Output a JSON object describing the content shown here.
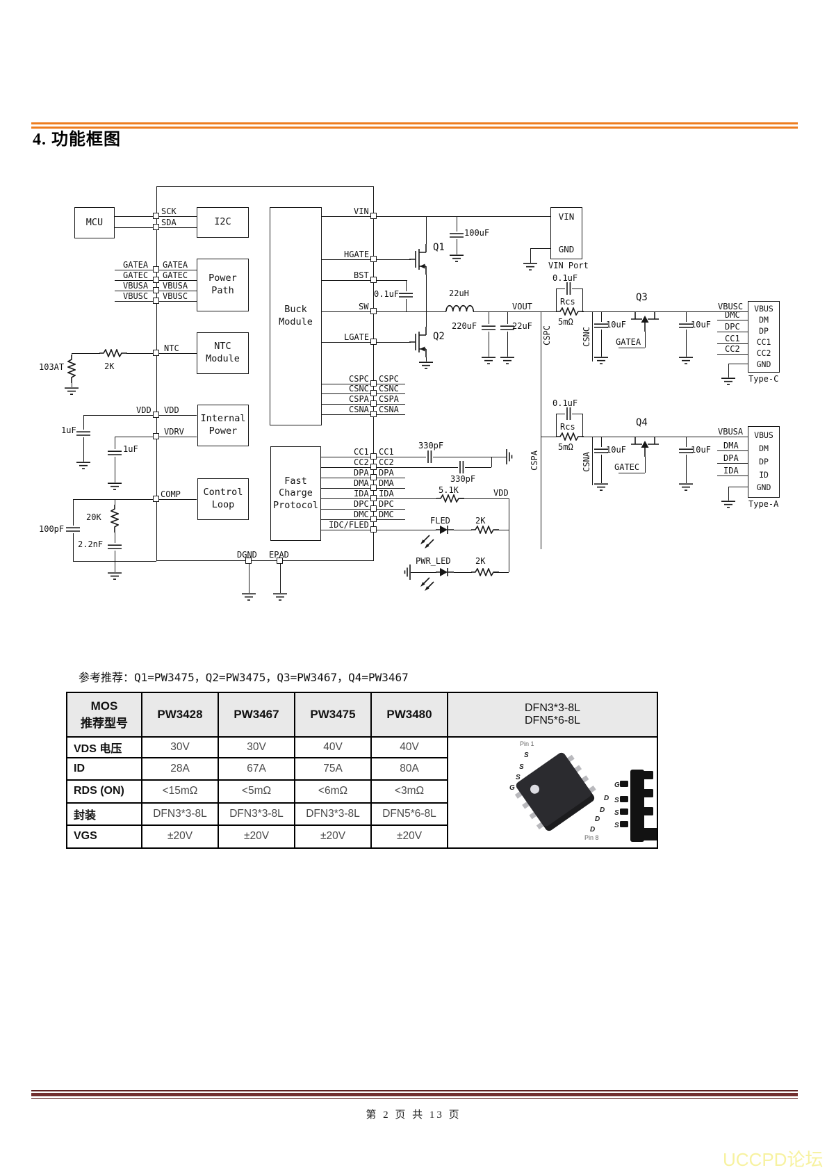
{
  "page": {
    "title": "4. 功能框图",
    "footer": "第 2 页 共 13 页",
    "watermark": "UCCPD论坛"
  },
  "colors": {
    "accent_orange": "#ED7D1F",
    "footer_rule": "#722F2F",
    "watermark_yellow": "#F7F2A0",
    "table_header_bg": "#E9E9E9"
  },
  "note": "参考推荐：Q1=PW3475，Q2=PW3475，Q3=PW3467，Q4=PW3467",
  "sch": {
    "blocks": {
      "mcu": "MCU",
      "i2c": "I2C",
      "power_path": "Power Path",
      "ntc": "NTC Module",
      "internal_power": "Internal Power",
      "control_loop": "Control Loop",
      "buck": "Buck Module",
      "fcp": "Fast Charge Protocol"
    },
    "ports": {
      "vin_port": "VIN Port",
      "type_c": "Type-C",
      "type_a": "Type-A",
      "vin": "VIN",
      "gnd": "GND"
    },
    "pins": {
      "sck": "SCK",
      "sda": "SDA",
      "gatea": "GATEA",
      "gatec": "GATEC",
      "vbusa": "VBUSA",
      "vbusc": "VBUSC",
      "ntc": "NTC",
      "vdd": "VDD",
      "vdrv": "VDRV",
      "comp": "COMP",
      "vin": "VIN",
      "hgate": "HGATE",
      "bst": "BST",
      "sw": "SW",
      "lgate": "LGATE",
      "cspc": "CSPC",
      "csnc": "CSNC",
      "cspa": "CSPA",
      "csna": "CSNA",
      "cc1": "CC1",
      "cc2": "CC2",
      "dpa": "DPA",
      "dma": "DMA",
      "ida": "IDA",
      "dpc": "DPC",
      "dmc": "DMC",
      "idc_fled": "IDC/FLED",
      "dgnd": "DGND",
      "epad": "EPAD",
      "vout": "VOUT"
    },
    "comps": {
      "q1": "Q1",
      "q2": "Q2",
      "q3": "Q3",
      "q4": "Q4",
      "r103at": "103AT",
      "r2k": "2K",
      "c1uf": "1uF",
      "c100pf": "100pF",
      "r20k": "20K",
      "c2p2nf": "2.2nF",
      "c100uf": "100uF",
      "c0p1uf": "0.1uF",
      "l22uh": "22uH",
      "c220uf": "220uF",
      "c22uf": "22uF",
      "rcs": "Rcs",
      "rcs_val": "5mΩ",
      "c10uf": "10uF",
      "c330pf": "330pF",
      "r5p1k": "5.1K",
      "fled": "FLED",
      "pwr_led": "PWR_LED"
    },
    "typec_pins": [
      "VBUS",
      "DM",
      "DP",
      "CC1",
      "CC2",
      "GND"
    ],
    "typea_pins": [
      "VBUS",
      "DM",
      "DP",
      "ID",
      "GND"
    ]
  },
  "table": {
    "corner": {
      "line1": "MOS",
      "line2": "推荐型号"
    },
    "models": [
      "PW3428",
      "PW3467",
      "PW3475",
      "PW3480"
    ],
    "package_header": {
      "line1": "DFN3*3-8L",
      "line2": "DFN5*6-8L"
    },
    "rows": [
      {
        "label": "VDS 电压",
        "values": [
          "30V",
          "30V",
          "40V",
          "40V"
        ]
      },
      {
        "label": "ID",
        "values": [
          "28A",
          "67A",
          "75A",
          "80A"
        ]
      },
      {
        "label": "RDS (ON)",
        "values": [
          "<15mΩ",
          "<5mΩ",
          "<6mΩ",
          "<3mΩ"
        ]
      },
      {
        "label": "封装",
        "values": [
          "DFN3*3-8L",
          "DFN3*3-8L",
          "DFN3*3-8L",
          "DFN5*6-8L"
        ]
      },
      {
        "label": "VGS",
        "values": [
          "±20V",
          "±20V",
          "±20V",
          "±20V"
        ]
      }
    ],
    "pkg": {
      "pin1": "Pin 1",
      "pin8": "Pin 8",
      "s": "S",
      "g": "G",
      "d": "D"
    }
  }
}
